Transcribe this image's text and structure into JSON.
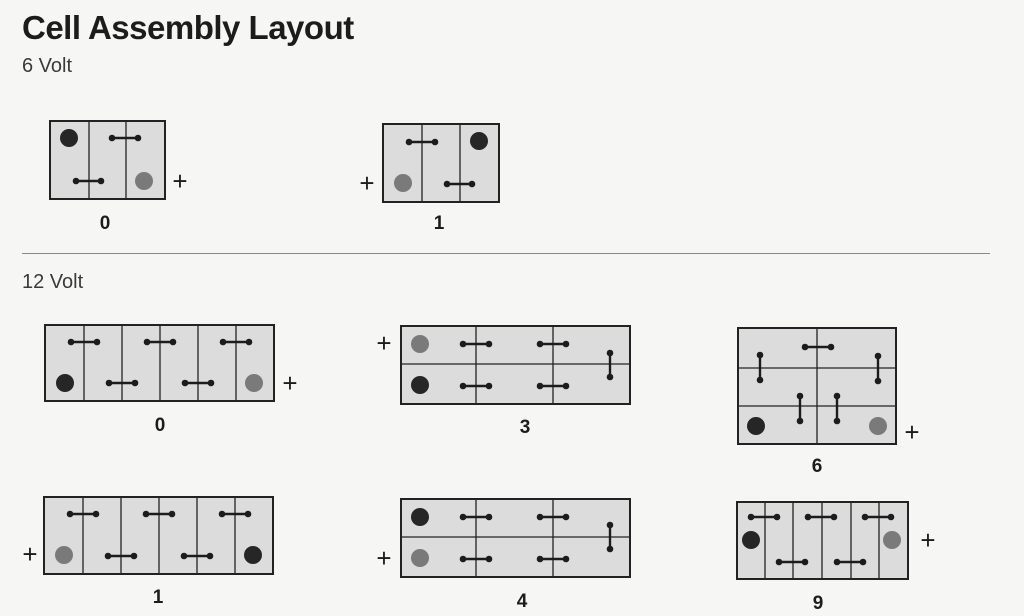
{
  "page": {
    "title": "Cell Assembly Layout",
    "section_6v": "6 Volt",
    "section_12v": "12 Volt"
  },
  "layouts": [
    {
      "id": "6v-0",
      "label": "0",
      "plus": "+",
      "plus_side": "right"
    },
    {
      "id": "6v-1",
      "label": "1",
      "plus": "+",
      "plus_side": "left"
    },
    {
      "id": "12v-0",
      "label": "0",
      "plus": "+",
      "plus_side": "right"
    },
    {
      "id": "12v-3",
      "label": "3",
      "plus": "+",
      "plus_side": "left"
    },
    {
      "id": "12v-6",
      "label": "6",
      "plus": "+",
      "plus_side": "right"
    },
    {
      "id": "12v-1",
      "label": "1",
      "plus": "+",
      "plus_side": "left"
    },
    {
      "id": "12v-4",
      "label": "4",
      "plus": "+",
      "plus_side": "left"
    },
    {
      "id": "12v-9",
      "label": "9",
      "plus": "+",
      "plus_side": "right"
    }
  ],
  "colors": {
    "box_fill": "#dcdcdc",
    "box_stroke": "#222222",
    "negative_terminal": "#262626",
    "positive_terminal": "#7a7a7a"
  }
}
